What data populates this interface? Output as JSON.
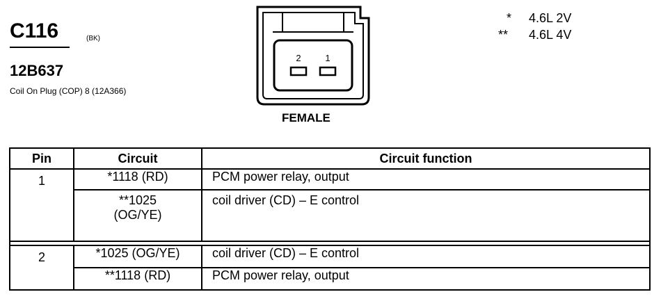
{
  "connector": {
    "id": "C116",
    "color": "(BK)",
    "part_number": "12B637",
    "description": "Coil On Plug (COP) 8 (12A366)"
  },
  "drawing": {
    "pin_labels": [
      "2",
      "1"
    ],
    "view": "FEMALE"
  },
  "legend": [
    {
      "mark": "*",
      "text": "4.6L 2V"
    },
    {
      "mark": "**",
      "text": "4.6L 4V"
    }
  ],
  "table": {
    "headers": [
      "Pin",
      "Circuit",
      "Circuit function"
    ],
    "rows": [
      {
        "pin": "1",
        "circuit": "*1118 (RD)",
        "function": "PCM power relay, output"
      },
      {
        "pin": "",
        "circuit_line1": "**1025",
        "circuit_line2": "(OG/YE)",
        "function": "coil driver (CD) – E control"
      },
      {
        "pin": "2",
        "circuit": "*1025 (OG/YE)",
        "function": "coil driver (CD) – E control"
      },
      {
        "pin": "",
        "circuit": "**1118 (RD)",
        "function": "PCM power relay, output"
      }
    ]
  }
}
